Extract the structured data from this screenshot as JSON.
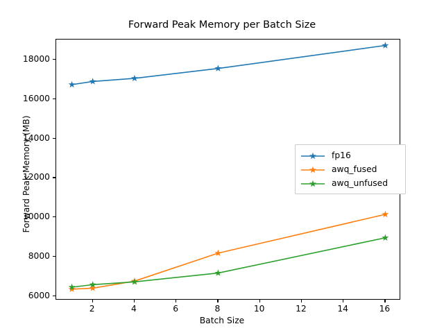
{
  "chart_data": {
    "type": "line",
    "title": "Forward Peak Memory per Batch Size",
    "xlabel": "Batch Size",
    "ylabel": "Forward Peak Memory (MB)",
    "x": [
      1,
      2,
      4,
      8,
      16
    ],
    "xlim": [
      0.25,
      16.75
    ],
    "ylim": [
      5780,
      19030
    ],
    "xticks": [
      2,
      4,
      6,
      8,
      10,
      12,
      14,
      16
    ],
    "xtick_labels": [
      "2",
      "4",
      "6",
      "8",
      "10",
      "12",
      "14",
      "16"
    ],
    "yticks": [
      6000,
      8000,
      10000,
      12000,
      14000,
      16000,
      18000
    ],
    "ytick_labels": [
      "6000",
      "8000",
      "10000",
      "12000",
      "14000",
      "16000",
      "18000"
    ],
    "grid": false,
    "legend_position": "center right",
    "marker": "star",
    "series": [
      {
        "name": "fp16",
        "color": "#1f77b4",
        "values": [
          16740,
          16900,
          17060,
          17560,
          18730
        ]
      },
      {
        "name": "awq_fused",
        "color": "#ff7f0e",
        "values": [
          6350,
          6400,
          6760,
          8180,
          10150
        ]
      },
      {
        "name": "awq_unfused",
        "color": "#2ca02c",
        "values": [
          6450,
          6580,
          6720,
          7170,
          8960
        ]
      }
    ]
  }
}
